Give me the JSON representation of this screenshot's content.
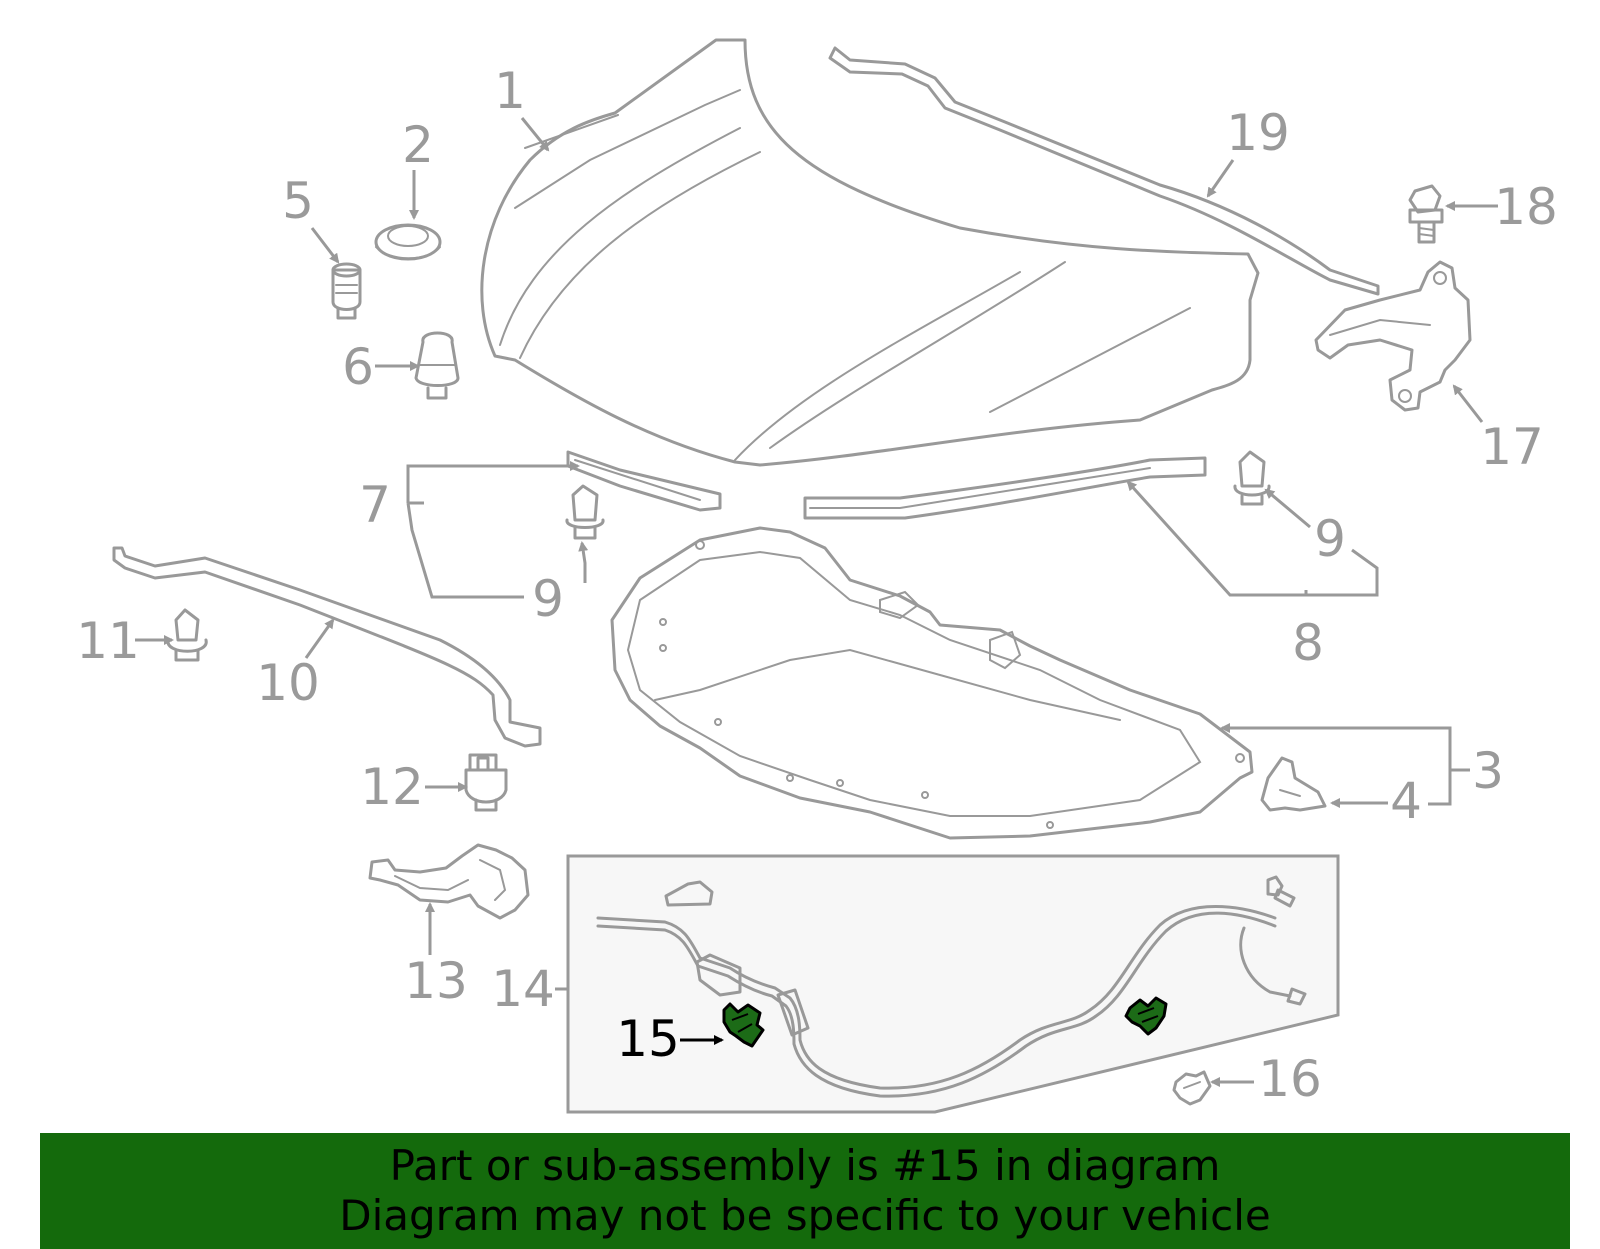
{
  "diagram": {
    "callouts": {
      "c1": "1",
      "c2": "2",
      "c3": "3",
      "c4": "4",
      "c5": "5",
      "c6": "6",
      "c7": "7",
      "c8": "8",
      "c9a": "9",
      "c9b": "9",
      "c10": "10",
      "c11": "11",
      "c12": "12",
      "c13": "13",
      "c14": "14",
      "c15": "15",
      "c16": "16",
      "c17": "17",
      "c18": "18",
      "c19": "19"
    },
    "highlighted_part": "15"
  },
  "banner": {
    "line1": "Part or sub-assembly is #15 in diagram",
    "line2": "Diagram may not be specific to your vehicle"
  },
  "colors": {
    "line_gray": "#999999",
    "callout_gray": "#9a9a9a",
    "highlight_green": "#1c6b17",
    "banner_green": "#146a0c"
  }
}
